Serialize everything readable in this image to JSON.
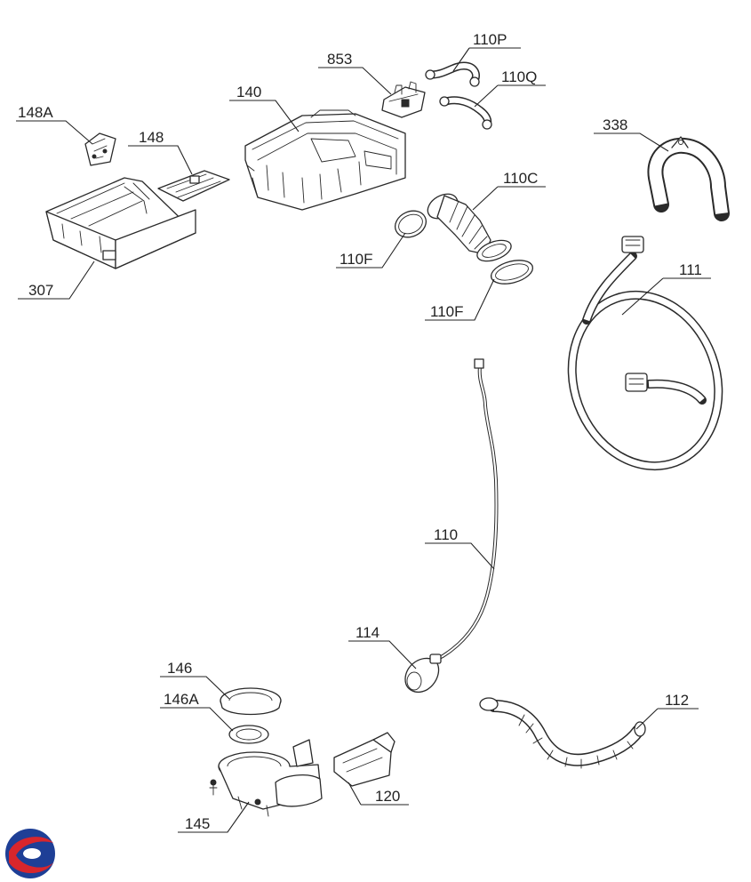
{
  "labels": {
    "p853": "853",
    "p110P": "110P",
    "p110Q": "110Q",
    "p140": "140",
    "p148A": "148A",
    "p148": "148",
    "p338": "338",
    "p110C": "110C",
    "p110F_a": "110F",
    "p110F_b": "110F",
    "p307": "307",
    "p111": "111",
    "p110": "110",
    "p114": "114",
    "p146": "146",
    "p146A": "146A",
    "p112": "112",
    "p145": "145",
    "p120": "120"
  },
  "logo": {
    "colors": [
      "#1e3f96",
      "#d8262c"
    ]
  }
}
